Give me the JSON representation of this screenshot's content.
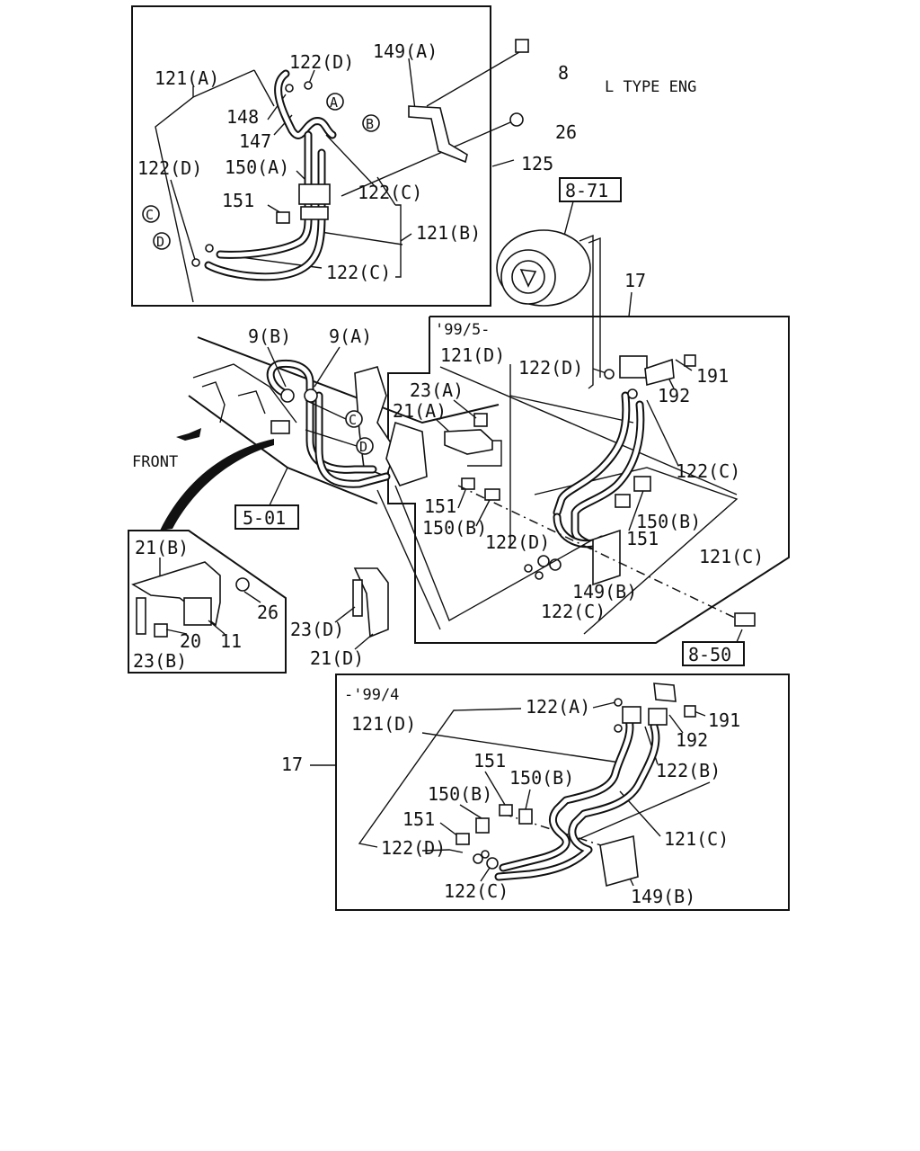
{
  "header": {
    "engine_note": "L TYPE ENG"
  },
  "top_panel": {
    "labels": [
      "121(A)",
      "122(D)",
      "149(A)",
      "8",
      "148",
      "147",
      "26",
      "122(D)",
      "150(A)",
      "122(C)",
      "125",
      "151",
      "121(B)",
      "122(C)"
    ],
    "circle_refs": [
      "A",
      "B",
      "C",
      "D"
    ]
  },
  "references": {
    "compressor_ref": "8-71",
    "engine_ref": "5-01",
    "bracket_ref": "8-50"
  },
  "middle_area": {
    "labels": [
      "17",
      "9(B)",
      "9(A)",
      "23(A)",
      "21(A)",
      "FRONT",
      "151",
      "150(B)",
      "122(D)",
      "23(D)",
      "21(D)"
    ],
    "circle_refs": [
      "C",
      "D"
    ]
  },
  "inset_panel": {
    "labels": [
      "21(B)",
      "26",
      "20",
      "11",
      "23(B)"
    ]
  },
  "late_panel": {
    "period": "'99/5-",
    "labels": [
      "121(D)",
      "122(D)",
      "191",
      "192",
      "122(C)",
      "150(B)",
      "151",
      "121(C)",
      "149(B)",
      "122(C)"
    ]
  },
  "early_panel": {
    "period": "-'99/4",
    "labels": [
      "17",
      "122(A)",
      "191",
      "121(D)",
      "192",
      "122(B)",
      "151",
      "150(B)",
      "150(B)",
      "151",
      "121(C)",
      "122(D)",
      "122(C)",
      "149(B)"
    ]
  }
}
